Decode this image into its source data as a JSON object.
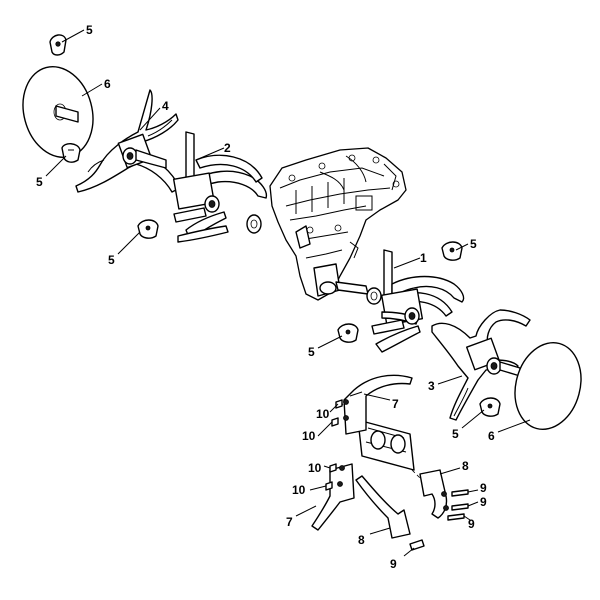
{
  "callouts": [
    {
      "key": "c5a",
      "text": "5"
    },
    {
      "key": "c6a",
      "text": "6"
    },
    {
      "key": "c4",
      "text": "4"
    },
    {
      "key": "c5b",
      "text": "5"
    },
    {
      "key": "c2",
      "text": "2"
    },
    {
      "key": "c5c",
      "text": "5"
    },
    {
      "key": "c1",
      "text": "1"
    },
    {
      "key": "c5d",
      "text": "5"
    },
    {
      "key": "c5e",
      "text": "5"
    },
    {
      "key": "c3",
      "text": "3"
    },
    {
      "key": "c5f",
      "text": "5"
    },
    {
      "key": "c6b",
      "text": "6"
    },
    {
      "key": "c7a",
      "text": "7"
    },
    {
      "key": "c10a",
      "text": "10"
    },
    {
      "key": "c10b",
      "text": "10"
    },
    {
      "key": "c10c",
      "text": "10"
    },
    {
      "key": "c10d",
      "text": "10"
    },
    {
      "key": "c7b",
      "text": "7"
    },
    {
      "key": "c8a",
      "text": "8"
    },
    {
      "key": "c9a",
      "text": "9"
    },
    {
      "key": "c9b",
      "text": "9"
    },
    {
      "key": "c9c",
      "text": "9"
    },
    {
      "key": "c8b",
      "text": "8"
    },
    {
      "key": "c9d",
      "text": "9"
    }
  ]
}
